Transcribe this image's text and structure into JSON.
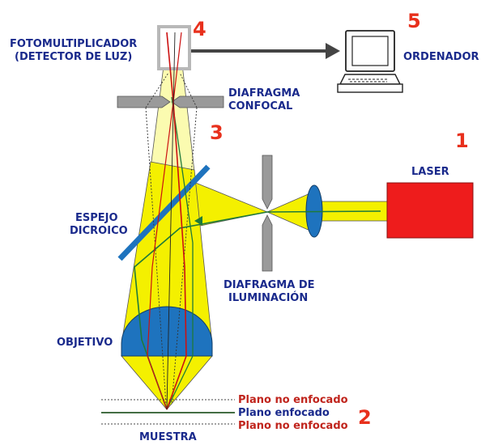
{
  "labels": {
    "detector_line1": "FOTOMULTIPLICADOR",
    "detector_line2": "(DETECTOR DE LUZ)",
    "computer": "ORDENADOR",
    "confocal_line1": "DIAFRAGMA",
    "confocal_line2": "CONFOCAL",
    "laser": "LASER",
    "mirror_line1": "ESPEJO",
    "mirror_line2": "DICROICO",
    "illum_line1": "DIAFRAGMA DE",
    "illum_line2": "ILUMINACIÓN",
    "objective": "OBJETIVO",
    "plane_top": "Plano no enfocado",
    "plane_mid": "Plano enfocado",
    "plane_bottom": "Plano no enfocado",
    "sample": "MUESTRA"
  },
  "numbers": {
    "laser": "1",
    "planes": "2",
    "confocal": "3",
    "detector": "4",
    "computer": "5"
  },
  "colors": {
    "label_blue": "#1a2a8c",
    "number_red": "#e8301c",
    "plane_red": "#c0241c",
    "plane_blue": "#1a2a8c",
    "beam_yellow": "#f4f000",
    "beam_pale": "#fbfbb0",
    "laser_red": "#ee1c1c",
    "lens_blue": "#1e73be",
    "ray_red": "#cc1111",
    "ray_green": "#1f7a3a",
    "gray_plate": "#9a9a9a"
  }
}
